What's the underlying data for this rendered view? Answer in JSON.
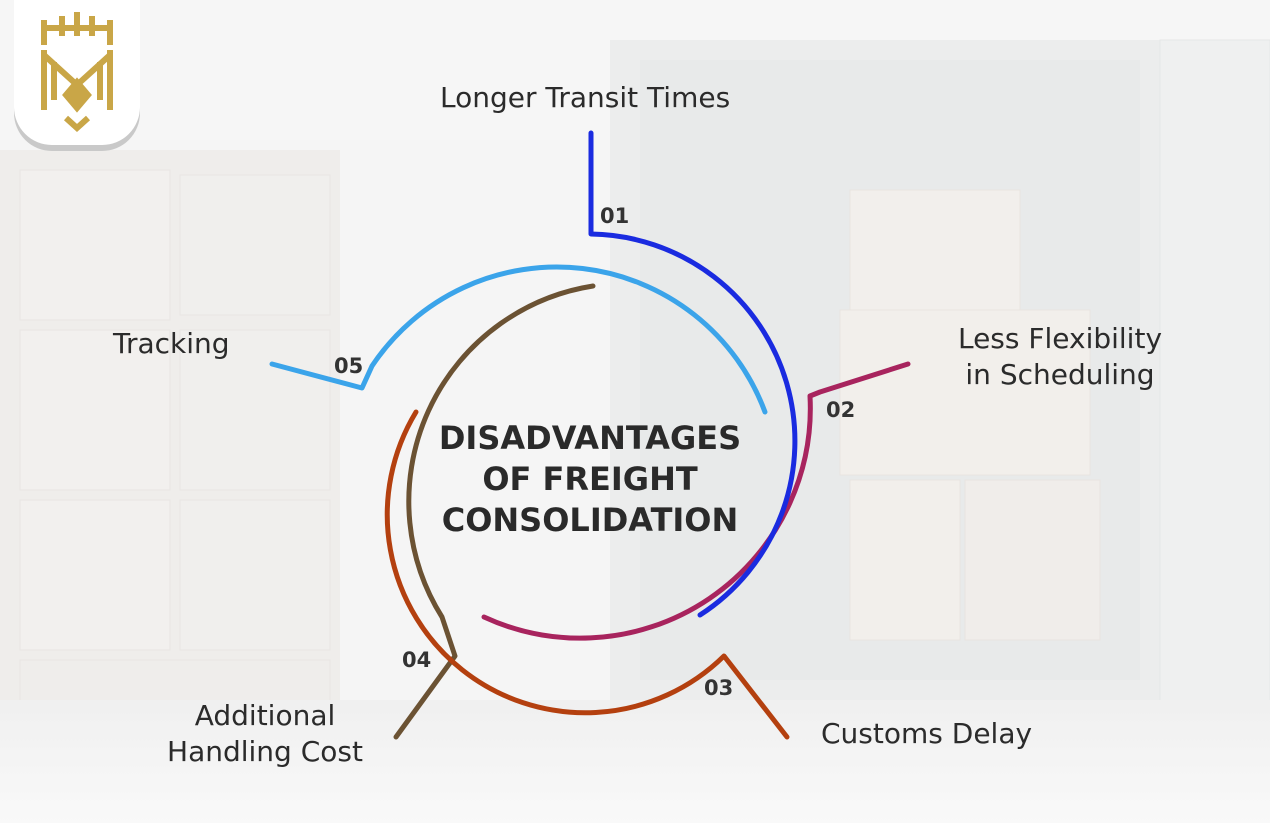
{
  "diagram": {
    "title": "DISADVANTAGES\nOF FREIGHT\nCONSOLIDATION",
    "items": [
      {
        "number": "01",
        "label": "Longer Transit Times",
        "color": "#1a2be0"
      },
      {
        "number": "02",
        "label": "Less Flexibility\nin Scheduling",
        "color": "#a8245e"
      },
      {
        "number": "03",
        "label": "Customs Delay",
        "color": "#b4400f"
      },
      {
        "number": "04",
        "label": "Additional\nHandling Cost",
        "color": "#6b5233"
      },
      {
        "number": "05",
        "label": "Tracking",
        "color": "#3ba4ea"
      }
    ]
  },
  "logo": {
    "icon": "crown-monogram-icon",
    "color": "#c9a647"
  }
}
